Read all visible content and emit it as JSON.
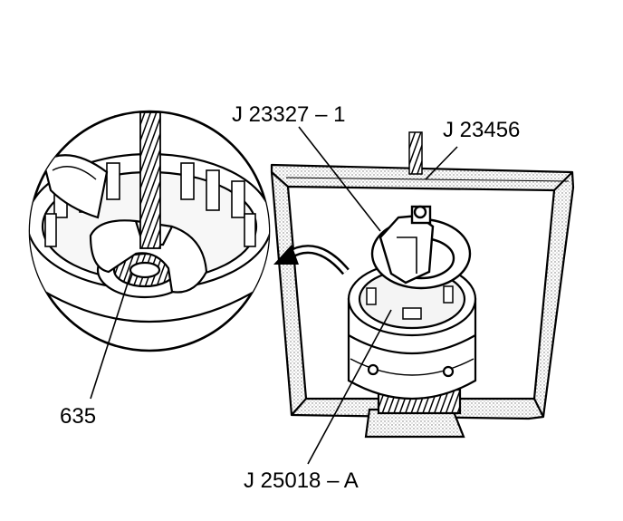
{
  "callouts": {
    "tool_press_screw": "J 23327 – 1",
    "tool_frame": "J 23456",
    "part_snap_ring": "635",
    "tool_fixture": "J 25018 – A"
  },
  "colors": {
    "line": "#000000",
    "stipple": "#9a9a9a",
    "background": "#ffffff"
  }
}
